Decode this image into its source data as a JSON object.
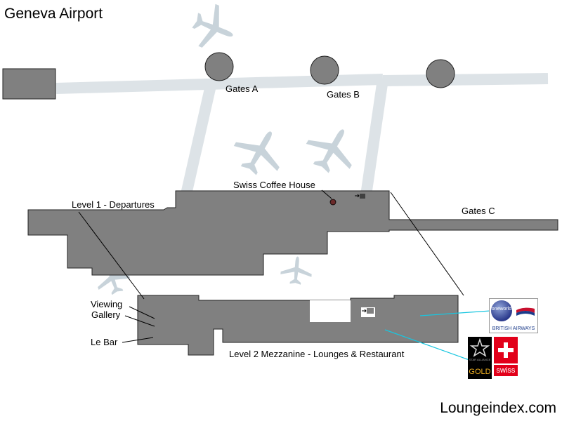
{
  "title": "Geneva Airport",
  "website": "Loungeindex.com",
  "labels": {
    "gates_a": "Gates A",
    "gates_b": "Gates B",
    "gates_c": "Gates C",
    "swiss_coffee_house": "Swiss Coffee House",
    "level1": "Level 1 - Departures",
    "viewing_gallery_line1": "Viewing",
    "viewing_gallery_line2": "Gallery",
    "le_bar": "Le Bar",
    "level2": "Level 2 Mezzanine - Lounges & Restaurant"
  },
  "logos": {
    "oneworld_text": "oneworld",
    "british_airways": "BRITISH AIRWAYS",
    "star_alliance": "STAR ALLIANCE",
    "gold": "GOLD",
    "swiss": "swiss"
  },
  "icons": [
    "airplane-icon",
    "stairs-icon",
    "location-pin-icon"
  ],
  "colors": {
    "building": "#808080",
    "runway": "#dce2e6",
    "plane": "#c8d3da",
    "connector": "#18c6e0",
    "pin": "#6b2a2a"
  }
}
